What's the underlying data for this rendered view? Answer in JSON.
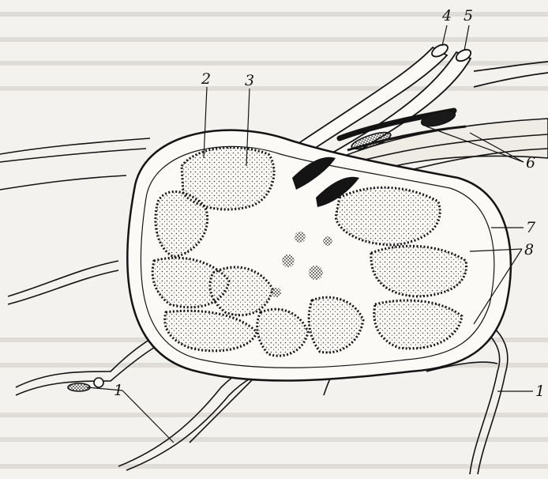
{
  "figure": {
    "labels": {
      "afferent_vessels": "1",
      "afferent_vessels_right": "1",
      "cortex": "2",
      "paracortex": "3",
      "vessel_4": "4",
      "vessel_5": "5",
      "hilum_vessels": "6",
      "capsule": "7",
      "trabeculae": "8"
    }
  },
  "colors": {
    "ink": "#141414",
    "paper": "#f4f2ee",
    "stipple": "#3a3a3a"
  }
}
